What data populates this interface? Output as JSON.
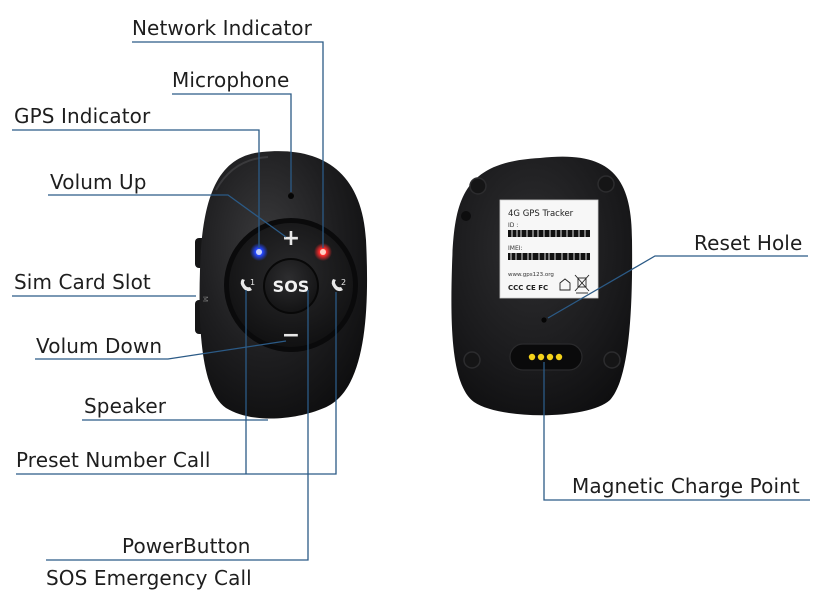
{
  "labels": {
    "network_indicator": "Network Indicator",
    "microphone": "Microphone",
    "gps_indicator": "GPS Indicator",
    "volume_up": "Volum Up",
    "sim_card_slot": "Sim Card Slot",
    "volume_down": "Volum Down",
    "speaker": "Speaker",
    "preset_number_call": "Preset Number Call",
    "power_button": "PowerButton",
    "sos_emergency_call": "SOS Emergency Call",
    "reset_hole": "Reset Hole",
    "magnetic_charge_point": "Magnetic Charge Point"
  },
  "device_front": {
    "sos_label": "SOS",
    "plus": "+",
    "minus": "−",
    "call_1": "1",
    "call_2": "2",
    "side_mark": "M"
  },
  "device_back": {
    "sticker_title": "4G GPS Tracker",
    "id_label": "ID :",
    "imei_label": "IMEI:",
    "website": "www.gps123.org",
    "cert_marks": "CCC CE FC"
  },
  "colors": {
    "leader_line": "#2b5a86",
    "gps_led": "#2346ff",
    "network_led": "#ff2b2b",
    "charge_pins": "#f4d21a",
    "device_body": "#1b1b1d"
  }
}
